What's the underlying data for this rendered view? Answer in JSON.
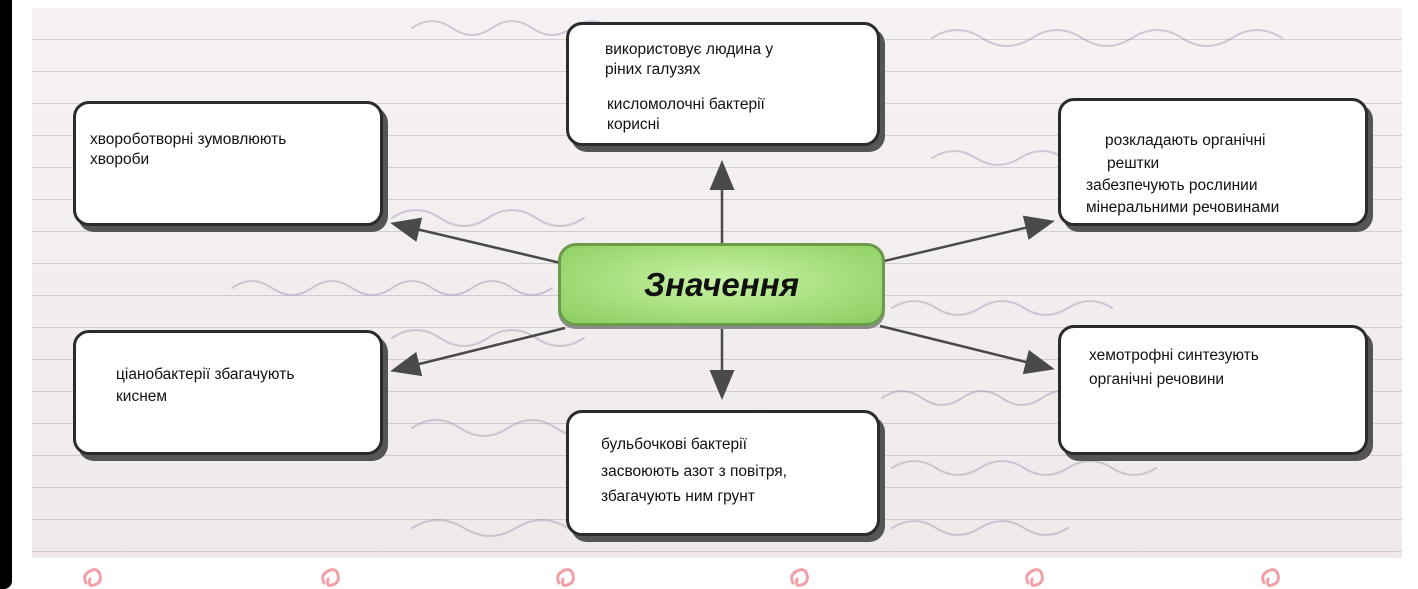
{
  "diagram": {
    "center_label": "Значення",
    "nodes": {
      "top": {
        "line1": "використовує людина у",
        "line2": "ріних галузях",
        "line3": "кисломолочні бактерії",
        "line4": "корисні"
      },
      "top_left": {
        "line1": "хвороботворні зумовлюють",
        "line2": "хвороби"
      },
      "top_right": {
        "line1": "розкладають органічні",
        "line2": "рештки",
        "line3": "забезпечують рослинии",
        "line4": "мінеральними речовинами"
      },
      "bottom_left": {
        "line1": "ціанобактерії збагачують",
        "line2": "киснем"
      },
      "bottom": {
        "line1": "бульбочкові бактерії",
        "line2": "засвоюють азот з повітря,",
        "line3": "збагачують ним грунт"
      },
      "bottom_right": {
        "line1": "хемотрофні синтезують",
        "line2": "органічні речовини"
      }
    }
  },
  "colors": {
    "center_fill": "#a6df7c",
    "arrow": "#4a4a4a",
    "watermark": "#f2a0a8"
  }
}
